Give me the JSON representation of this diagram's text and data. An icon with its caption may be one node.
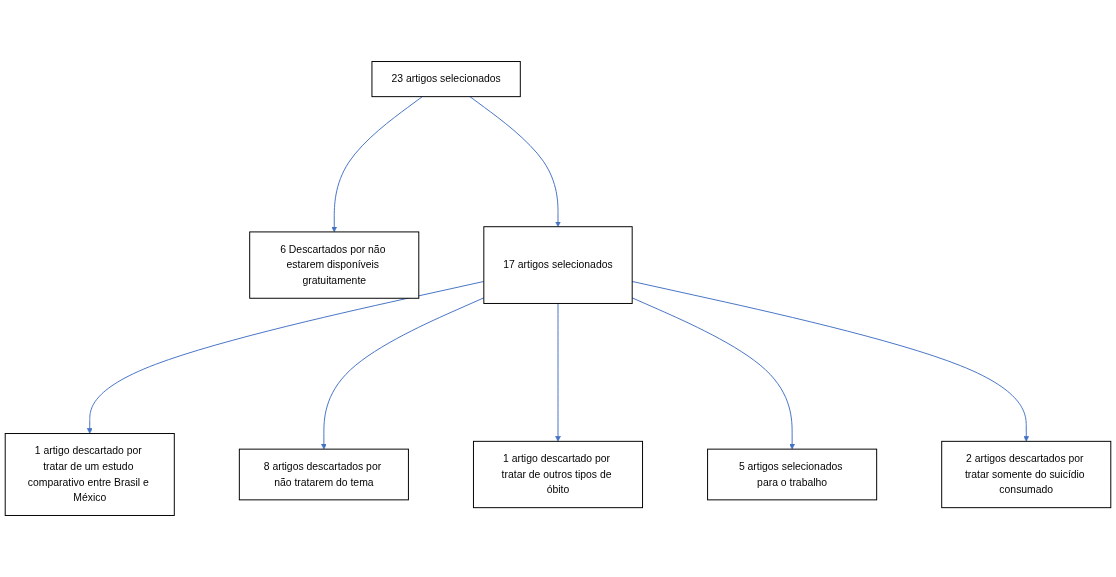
{
  "diagram": {
    "nodes": [
      {
        "text": [
          "23 artigos selecionados"
        ]
      },
      {
        "text": [
          "6 Descartados por não estarem disponíveis gratuitamente"
        ]
      },
      {
        "text": [
          "17 artigos selecionados"
        ]
      },
      {
        "text": [
          "1 artigo descartado por tratar de um estudo comparativo entre Brasil e México"
        ]
      },
      {
        "text": [
          "8 artigos descartados por não tratarem do tema"
        ]
      },
      {
        "text": [
          "1 artigo descartado por tratar de outros tipos de óbito"
        ]
      },
      {
        "text": [
          "2 artigos descartados por tratar somente do suicídio consumado"
        ]
      },
      {
        "text": [
          "5 artigos selecionados para o trabalho"
        ]
      }
    ],
    "edges": [
      {
        "from": 0,
        "to": 1,
        "arrow": "to"
      },
      {
        "from": 0,
        "to": 2,
        "arrow": "to"
      },
      {
        "from": 2,
        "to": 3,
        "arrow": "to"
      },
      {
        "from": 2,
        "to": 4,
        "arrow": "to"
      },
      {
        "from": 2,
        "to": 5,
        "arrow": "to"
      },
      {
        "from": 2,
        "to": 7,
        "arrow": "to"
      },
      {
        "from": 2,
        "to": 6,
        "arrow": "to"
      }
    ]
  }
}
